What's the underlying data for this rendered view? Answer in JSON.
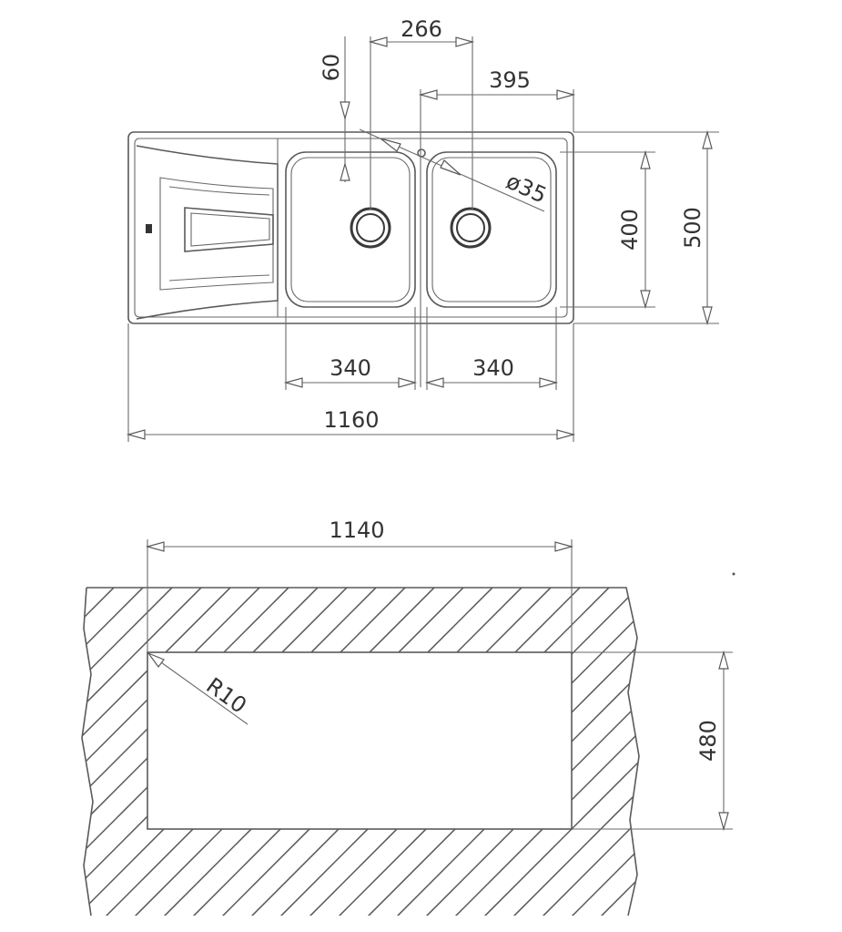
{
  "views": {
    "top_view": {
      "dimensions": {
        "drain_offset": "60",
        "drain_spacing": "266",
        "tap_offset": "395",
        "drain_diameter": "ø35",
        "bowl_depth": "400",
        "overall_depth": "500",
        "left_bowl_width": "340",
        "right_bowl_width": "340",
        "overall_width": "1160"
      }
    },
    "cutout_view": {
      "dimensions": {
        "cutout_width": "1140",
        "corner_radius": "R10",
        "cutout_depth": "480"
      }
    }
  },
  "colors": {
    "line": "#5a5a5a",
    "text": "#333333",
    "background": "#ffffff"
  }
}
